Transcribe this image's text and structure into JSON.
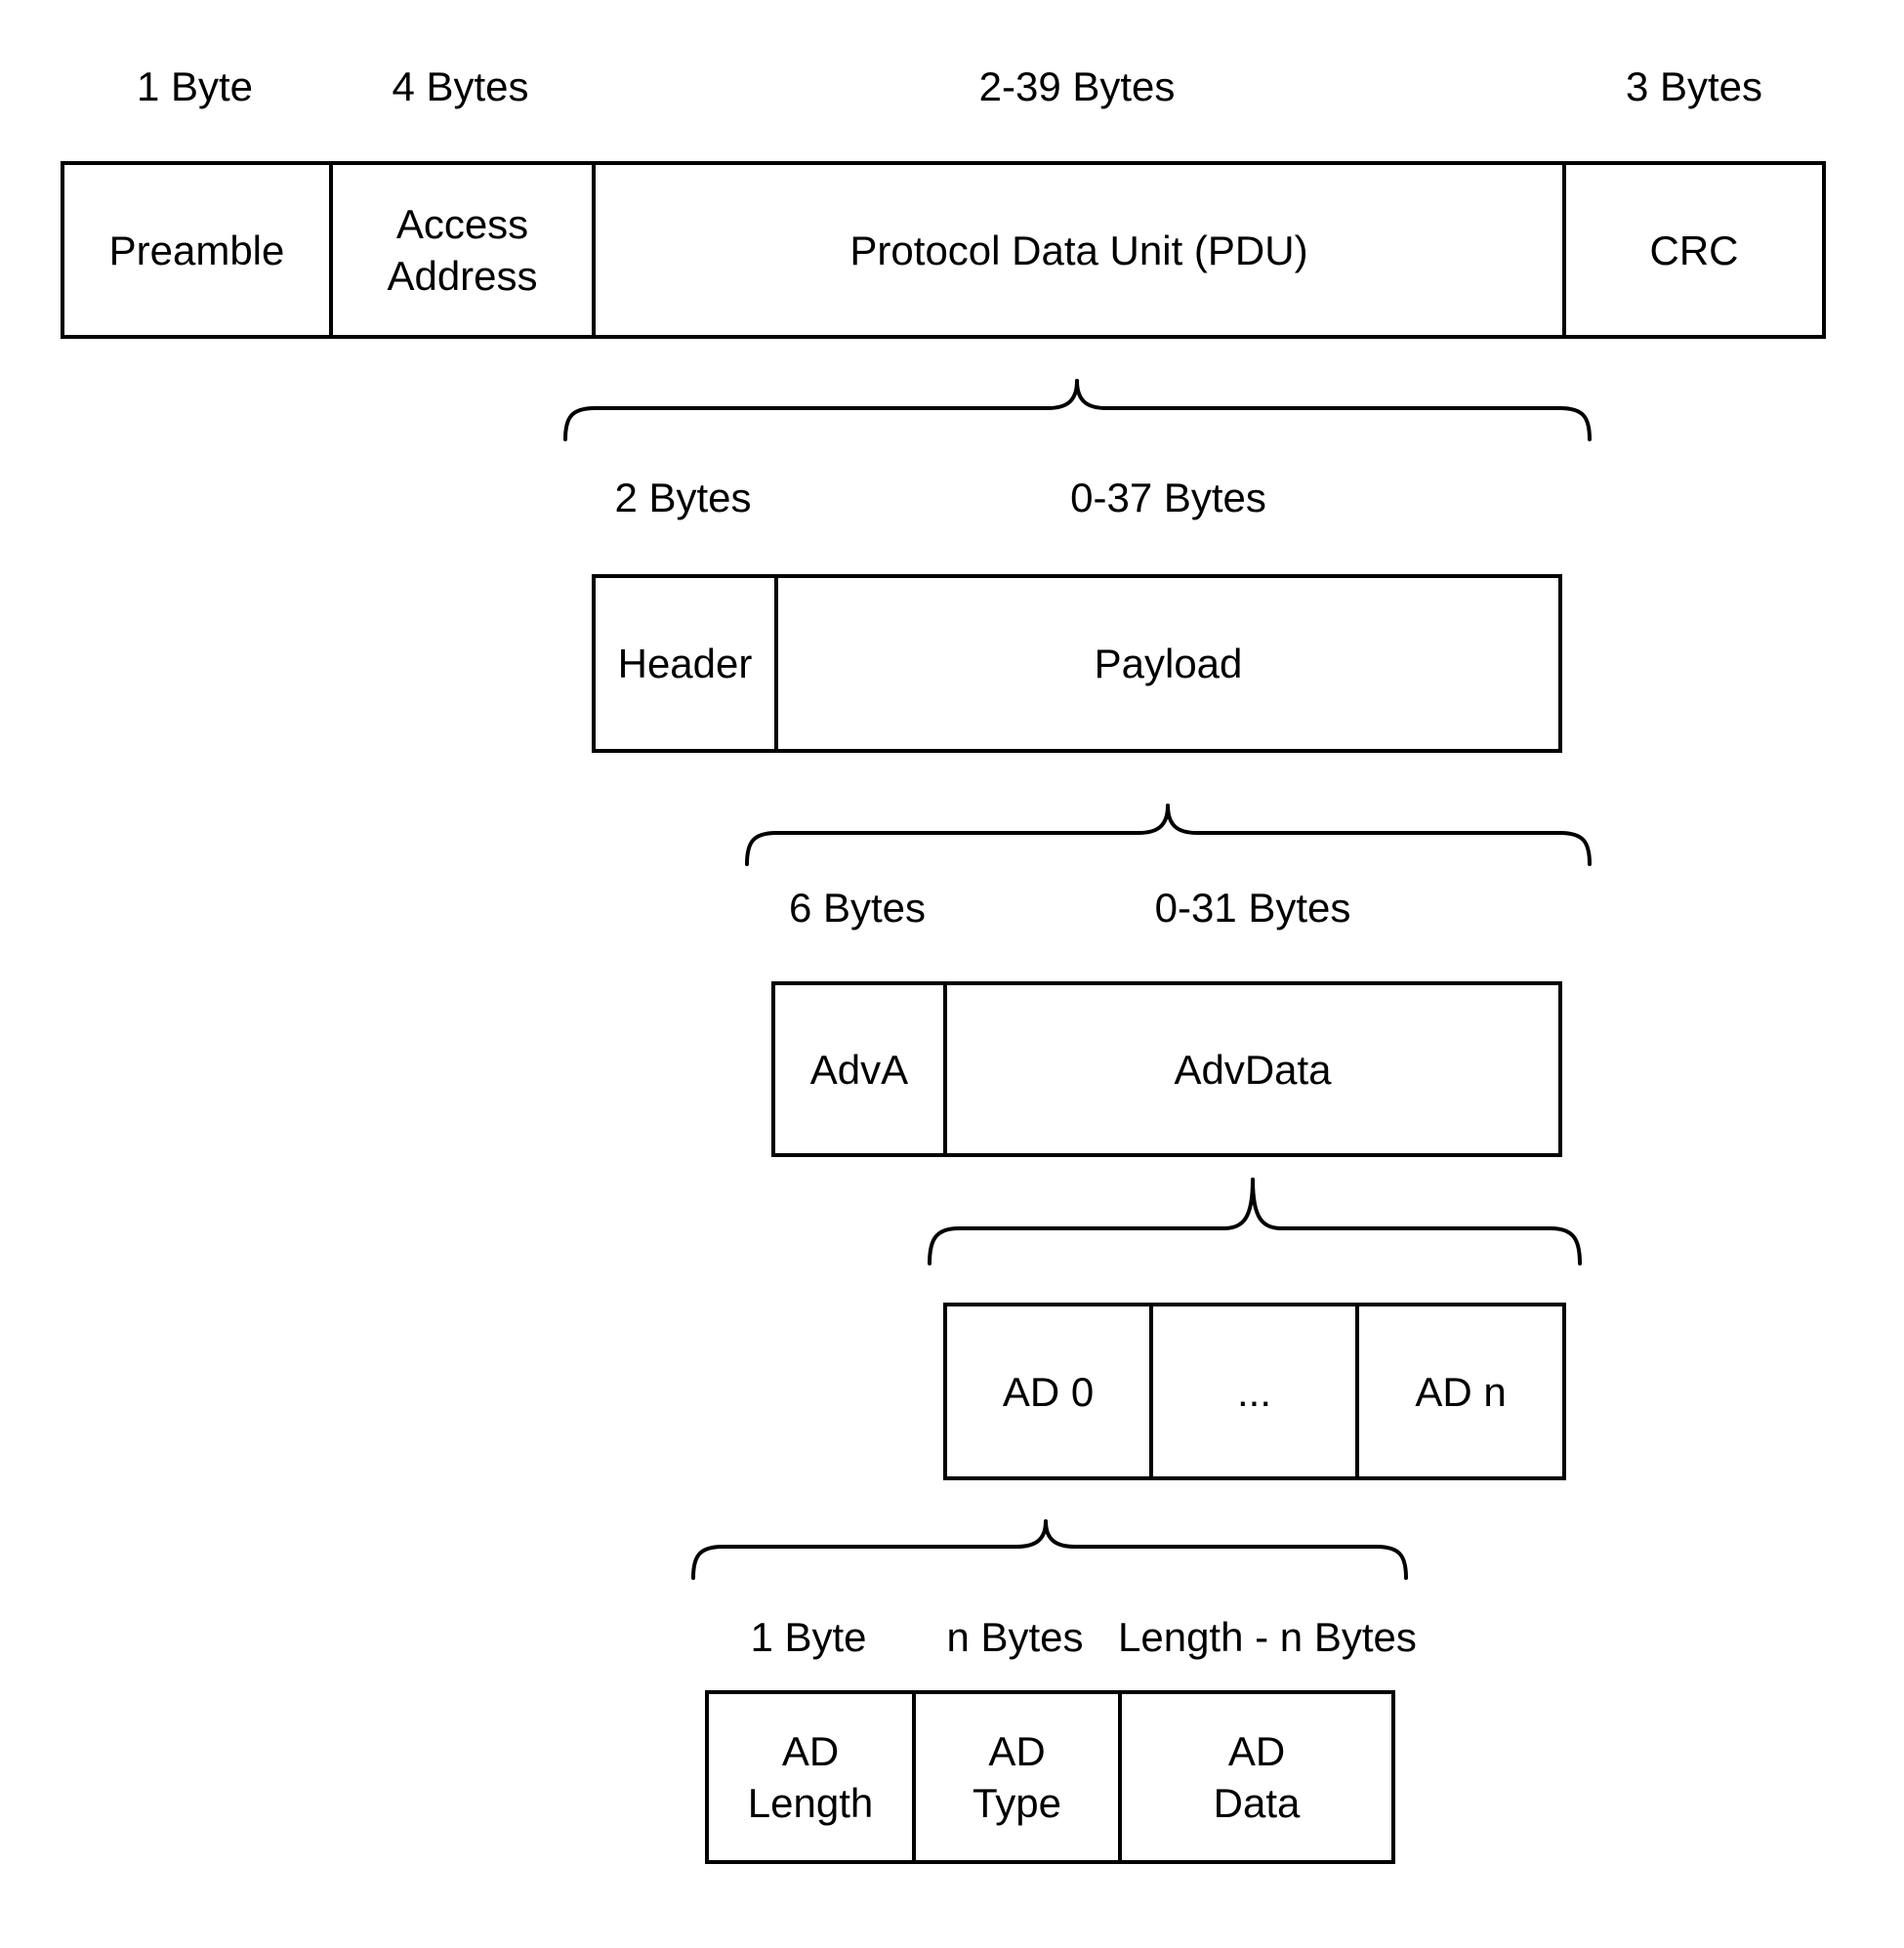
{
  "colors": {
    "background": "#ffffff",
    "stroke": "#000000",
    "text": "#000000"
  },
  "rows": [
    {
      "name": "packet",
      "size_labels": [
        {
          "text": "1 Byte"
        },
        {
          "text": "4 Bytes"
        },
        {
          "text": "2-39 Bytes"
        },
        {
          "text": "3 Bytes"
        }
      ],
      "cells": [
        {
          "lines": [
            "Preamble"
          ]
        },
        {
          "lines": [
            "Access",
            "Address"
          ]
        },
        {
          "lines": [
            "Protocol Data Unit (PDU)"
          ]
        },
        {
          "lines": [
            "CRC"
          ]
        }
      ]
    },
    {
      "name": "pdu",
      "size_labels": [
        {
          "text": "2 Bytes"
        },
        {
          "text": "0-37 Bytes"
        }
      ],
      "cells": [
        {
          "lines": [
            "Header"
          ]
        },
        {
          "lines": [
            "Payload"
          ]
        }
      ]
    },
    {
      "name": "payload",
      "size_labels": [
        {
          "text": "6 Bytes"
        },
        {
          "text": "0-31 Bytes"
        }
      ],
      "cells": [
        {
          "lines": [
            "AdvA"
          ]
        },
        {
          "lines": [
            "AdvData"
          ]
        }
      ]
    },
    {
      "name": "advdata",
      "size_labels": [],
      "cells": [
        {
          "lines": [
            "AD 0"
          ]
        },
        {
          "lines": [
            "..."
          ]
        },
        {
          "lines": [
            "AD n"
          ]
        }
      ]
    },
    {
      "name": "ad-structure",
      "size_labels": [
        {
          "text": "1 Byte"
        },
        {
          "text": "n Bytes"
        },
        {
          "text": "Length - n Bytes"
        }
      ],
      "cells": [
        {
          "lines": [
            "AD",
            "Length"
          ]
        },
        {
          "lines": [
            "AD",
            "Type"
          ]
        },
        {
          "lines": [
            "AD",
            "Data"
          ]
        }
      ]
    }
  ]
}
